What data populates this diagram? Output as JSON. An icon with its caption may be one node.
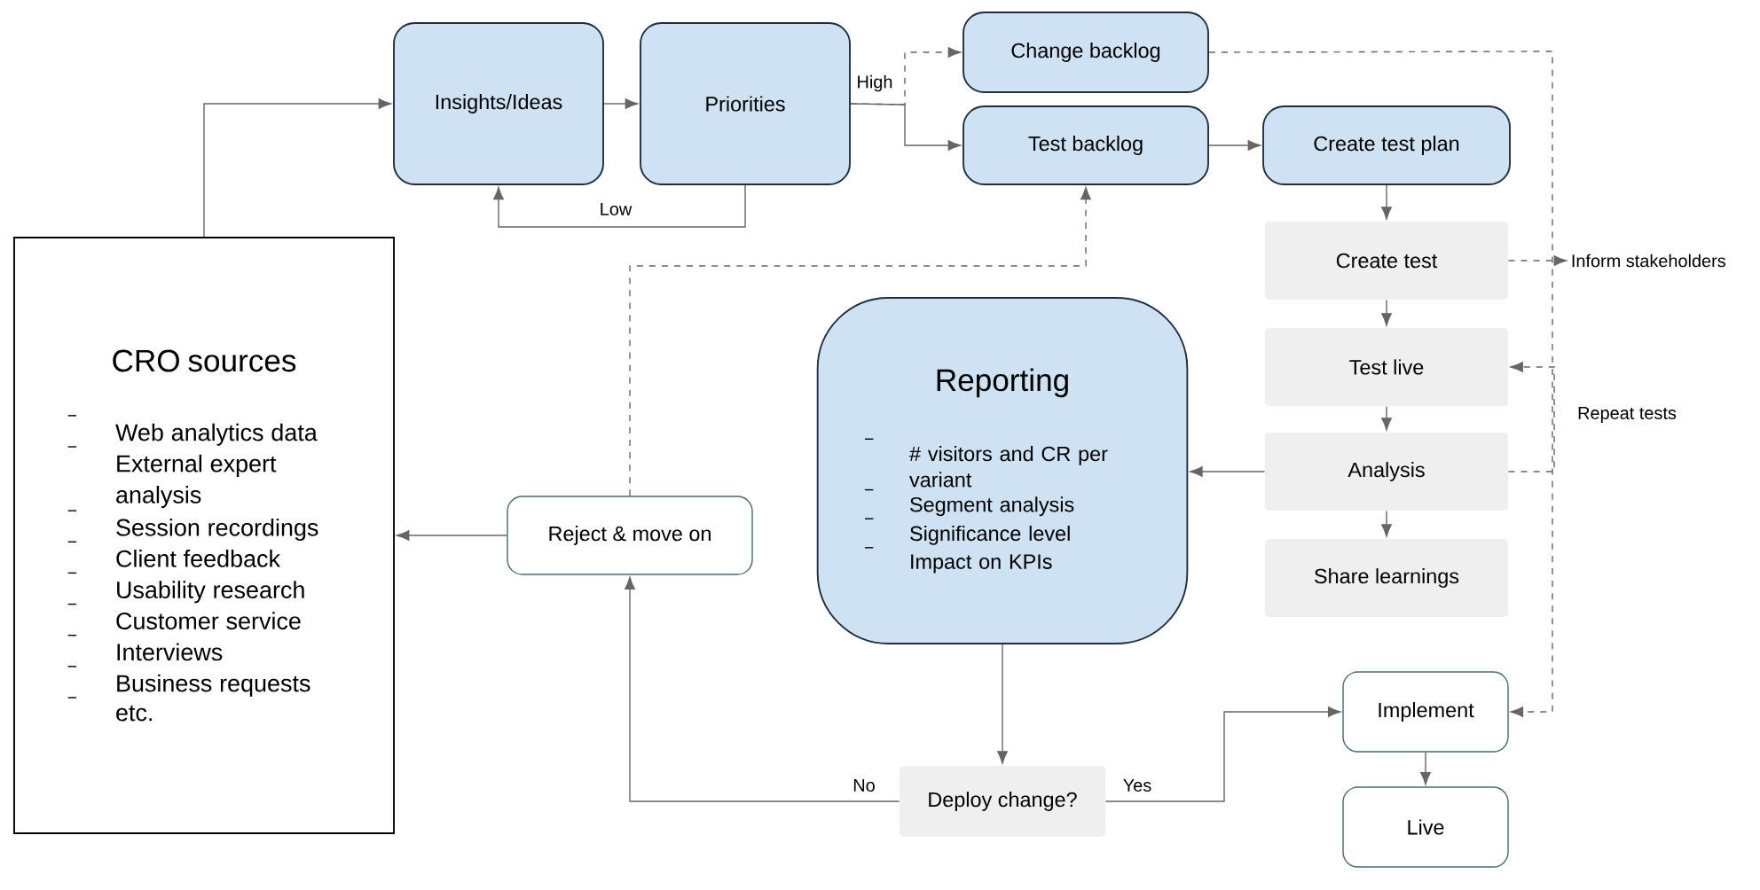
{
  "diagram": {
    "nodes": [
      {
        "text": [
          "CRO sources",
          "Web analytics data",
          "External expert analysis",
          "Session recordings",
          "Client feedback",
          "Usability research",
          "Customer service",
          "Interviews",
          "Business requests",
          "etc."
        ]
      },
      {
        "text": [
          "Insights/Ideas"
        ]
      },
      {
        "text": [
          "Priorities"
        ]
      },
      {
        "text": [
          "Change backlog"
        ]
      },
      {
        "text": [
          "Test backlog"
        ]
      },
      {
        "text": [
          "Create test plan"
        ]
      },
      {
        "text": [
          "Create test"
        ]
      },
      {
        "text": [
          "Test live"
        ]
      },
      {
        "text": [
          "Analysis"
        ]
      },
      {
        "text": [
          "Share learnings"
        ]
      },
      {
        "text": [
          "Reporting",
          "# visitors and CR per variant",
          "Segment analysis",
          "Significance level",
          "Impact on KPIs"
        ]
      },
      {
        "text": [
          "Reject & move on"
        ]
      },
      {
        "text": [
          "Deploy change?"
        ]
      },
      {
        "text": [
          "Implement"
        ]
      },
      {
        "text": [
          "Live"
        ]
      },
      {
        "text": [
          "Inform stakeholders"
        ]
      }
    ],
    "edges": [
      {
        "from": 0,
        "to": 1,
        "arrow": "to"
      },
      {
        "from": 1,
        "to": 2,
        "arrow": "to"
      },
      {
        "from": 2,
        "to": 1,
        "arrow": "to",
        "label": "Low"
      },
      {
        "from": 2,
        "to": 4,
        "arrow": "to",
        "label": "High"
      },
      {
        "from": 2,
        "to": 3,
        "arrow": "to",
        "style": "dashed"
      },
      {
        "from": 4,
        "to": 5,
        "arrow": "to"
      },
      {
        "from": 5,
        "to": 6,
        "arrow": "to"
      },
      {
        "from": 6,
        "to": 15,
        "arrow": "to",
        "style": "dashed"
      },
      {
        "from": 6,
        "to": 7,
        "arrow": "to"
      },
      {
        "from": 8,
        "to": 7,
        "arrow": "to",
        "style": "dashed",
        "label": "Repeat tests"
      },
      {
        "from": 7,
        "to": 8,
        "arrow": "to"
      },
      {
        "from": 8,
        "to": 9,
        "arrow": "to"
      },
      {
        "from": 8,
        "to": 10,
        "arrow": "to"
      },
      {
        "from": 10,
        "to": 12,
        "arrow": "to"
      },
      {
        "from": 12,
        "to": 11,
        "arrow": "to",
        "label": "No"
      },
      {
        "from": 12,
        "to": 13,
        "arrow": "to",
        "label": "Yes"
      },
      {
        "from": 11,
        "to": 0,
        "arrow": "to"
      },
      {
        "from": 11,
        "to": 4,
        "arrow": "to",
        "style": "dashed"
      },
      {
        "from": 3,
        "to": 13,
        "arrow": "to",
        "style": "dashed"
      },
      {
        "from": 13,
        "to": 14,
        "arrow": "to"
      }
    ]
  }
}
